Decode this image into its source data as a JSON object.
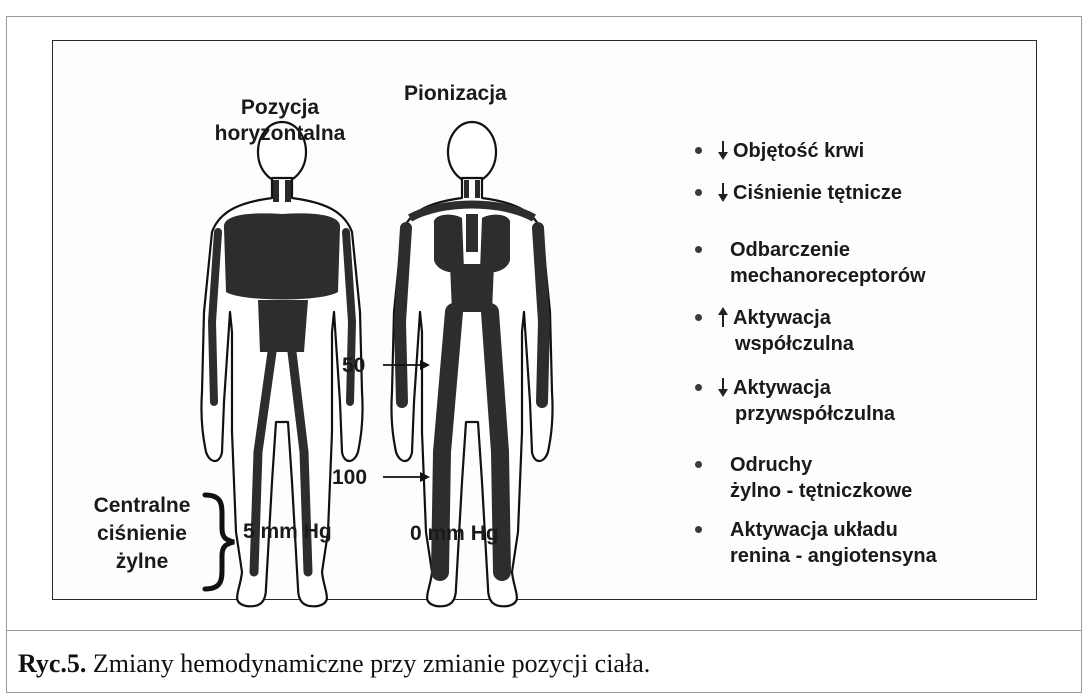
{
  "columns": {
    "horizontal": {
      "title_line1": "Pozycja",
      "title_line2": "horyzontalna",
      "pressure": "5 mm Hg"
    },
    "upright": {
      "title": "Pionizacja",
      "pressure": "0 mm Hg"
    }
  },
  "pressure_marks": {
    "upper": "50",
    "lower": "100"
  },
  "cvp_label": {
    "line1": "Centralne",
    "line2": "ciśnienie",
    "line3": "żylne"
  },
  "effects": [
    {
      "arrow": "down",
      "line1": "Objętość krwi",
      "line2": ""
    },
    {
      "arrow": "down",
      "line1": "Ciśnienie tętnicze",
      "line2": ""
    },
    {
      "arrow": "none",
      "line1": "Odbarczenie",
      "line2": "mechanoreceptorów"
    },
    {
      "arrow": "up",
      "line1": "Aktywacja",
      "line2": "współczulna"
    },
    {
      "arrow": "down",
      "line1": "Aktywacja",
      "line2": "przywspółczulna"
    },
    {
      "arrow": "none",
      "line1": "Odruchy",
      "line2": "żylno - tętniczkowe"
    },
    {
      "arrow": "none",
      "line1": "Aktywacja układu",
      "line2": "renina - angiotensyna"
    }
  ],
  "caption": {
    "label": "Ryc.5.",
    "text": " Zmiany hemodynamiczne przy zmianie pozycji ciała."
  }
}
